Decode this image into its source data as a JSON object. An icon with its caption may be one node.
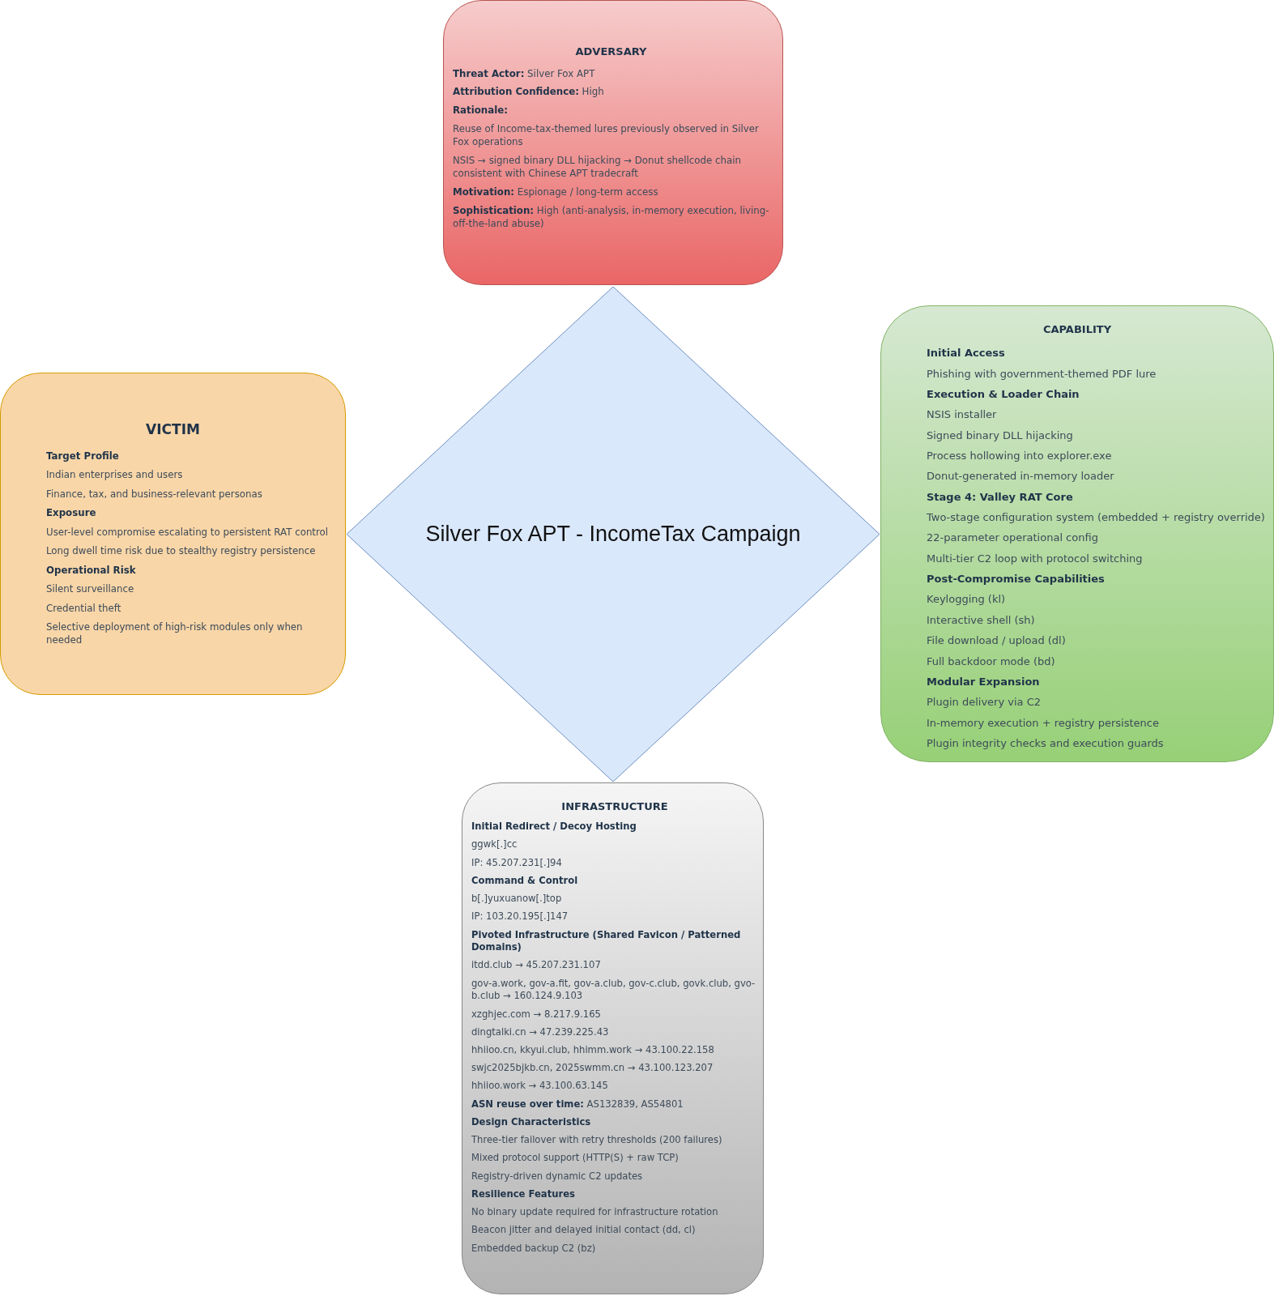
{
  "diagram": {
    "nodes": [
      {
        "text": [
          "ADVERSARY",
          "**Threat Actor:** Silver Fox APT",
          "**Attribution Confidence:** High",
          "**Rationale:**",
          "Reuse of Income-tax-themed lures previously observed in Silver Fox operations",
          "NSIS → signed binary DLL hijacking → Donut shellcode chain consistent with Chinese APT tradecraft",
          "**Motivation:** Espionage / long-term access",
          "**Sophistication:** High (anti-analysis, in-memory execution, living-off-the-land abuse)"
        ]
      },
      {
        "text": [
          "Silver Fox APT - IncomeTax Campaign"
        ]
      },
      {
        "text": [
          "VICTIM",
          "**Target Profile**",
          "Indian enterprises and users",
          "Finance, tax, and business-relevant personas",
          "**Exposure**",
          "User-level compromise escalating to persistent RAT control",
          "Long dwell time risk due to stealthy registry persistence",
          "**Operational Risk**",
          "Silent surveillance",
          "Credential theft",
          "Selective deployment of high-risk modules only when needed"
        ]
      },
      {
        "text": [
          "CAPABILITY",
          "**Initial Access**",
          "Phishing with government-themed PDF lure",
          "**Execution & Loader Chain**",
          "NSIS installer",
          "Signed binary DLL hijacking",
          "Process hollowing into explorer.exe",
          "Donut-generated in-memory loader",
          "**Stage 4: Valley RAT Core**",
          "Two-stage configuration system (embedded + registry override)",
          "22-parameter operational config",
          "Multi-tier C2 loop with protocol switching",
          "**Post-Compromise Capabilities**",
          "Keylogging (kl)",
          "Interactive shell (sh)",
          "File download / upload (dl)",
          "Full backdoor mode (bd)",
          "**Modular Expansion**",
          "Plugin delivery via C2",
          "In-memory execution + registry persistence",
          "Plugin integrity checks and execution guards"
        ]
      },
      {
        "text": [
          "INFRASTRUCTURE",
          "**Initial Redirect / Decoy Hosting**",
          "ggwk[.]cc",
          "IP: 45.207.231[.]94",
          "**Command & Control**",
          "b[.]yuxuanow[.]top",
          "IP: 103.20.195[.]147",
          "**Pivoted Infrastructure (Shared Favicon / Patterned Domains)**",
          "itdd.club → 45.207.231.107",
          "gov-a.work, gov-a.fit, gov-a.club, gov-c.club, govk.club, gvo-b.club → 160.124.9.103",
          "xzghjec.com → 8.217.9.165",
          "dingtalki.cn → 47.239.225.43",
          "hhiioo.cn, kkyui.club, hhimm.work → 43.100.22.158",
          "swjc2025bjkb.cn, 2025swmm.cn → 43.100.123.207",
          "hhiioo.work → 43.100.63.145",
          "**ASN reuse over time:** AS132839, AS54801",
          "**Design Characteristics**",
          "Three-tier failover with retry thresholds (200 failures)",
          "Mixed protocol support (HTTP(S) + raw TCP)",
          "Registry-driven dynamic C2 updates",
          "**Resilience Features**",
          "No binary update required for infrastructure rotation",
          "Beacon jitter and delayed initial contact (dd, cl)",
          "Embedded backup C2 (bz)"
        ]
      }
    ]
  }
}
